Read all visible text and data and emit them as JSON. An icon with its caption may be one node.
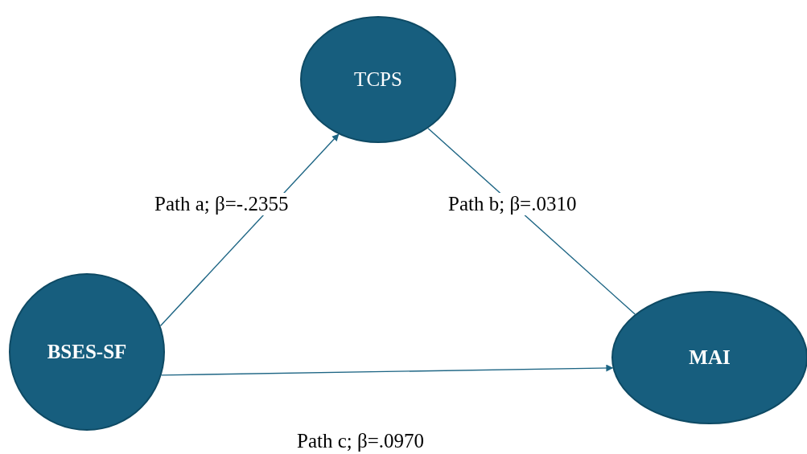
{
  "diagram": {
    "nodes": [
      {
        "text": [
          "TCPS"
        ]
      },
      {
        "text": [
          "BSES-SF"
        ]
      },
      {
        "text": [
          "MAI"
        ]
      }
    ],
    "edges": [
      {
        "from": 1,
        "to": 0,
        "arrow": "to",
        "label": "Path a; β=-.2355"
      },
      {
        "from": 0,
        "to": 2,
        "arrow": "none",
        "label": "Path b; β=.0310"
      },
      {
        "from": 1,
        "to": 2,
        "arrow": "to",
        "label": "Path c; β=.0970"
      }
    ]
  }
}
